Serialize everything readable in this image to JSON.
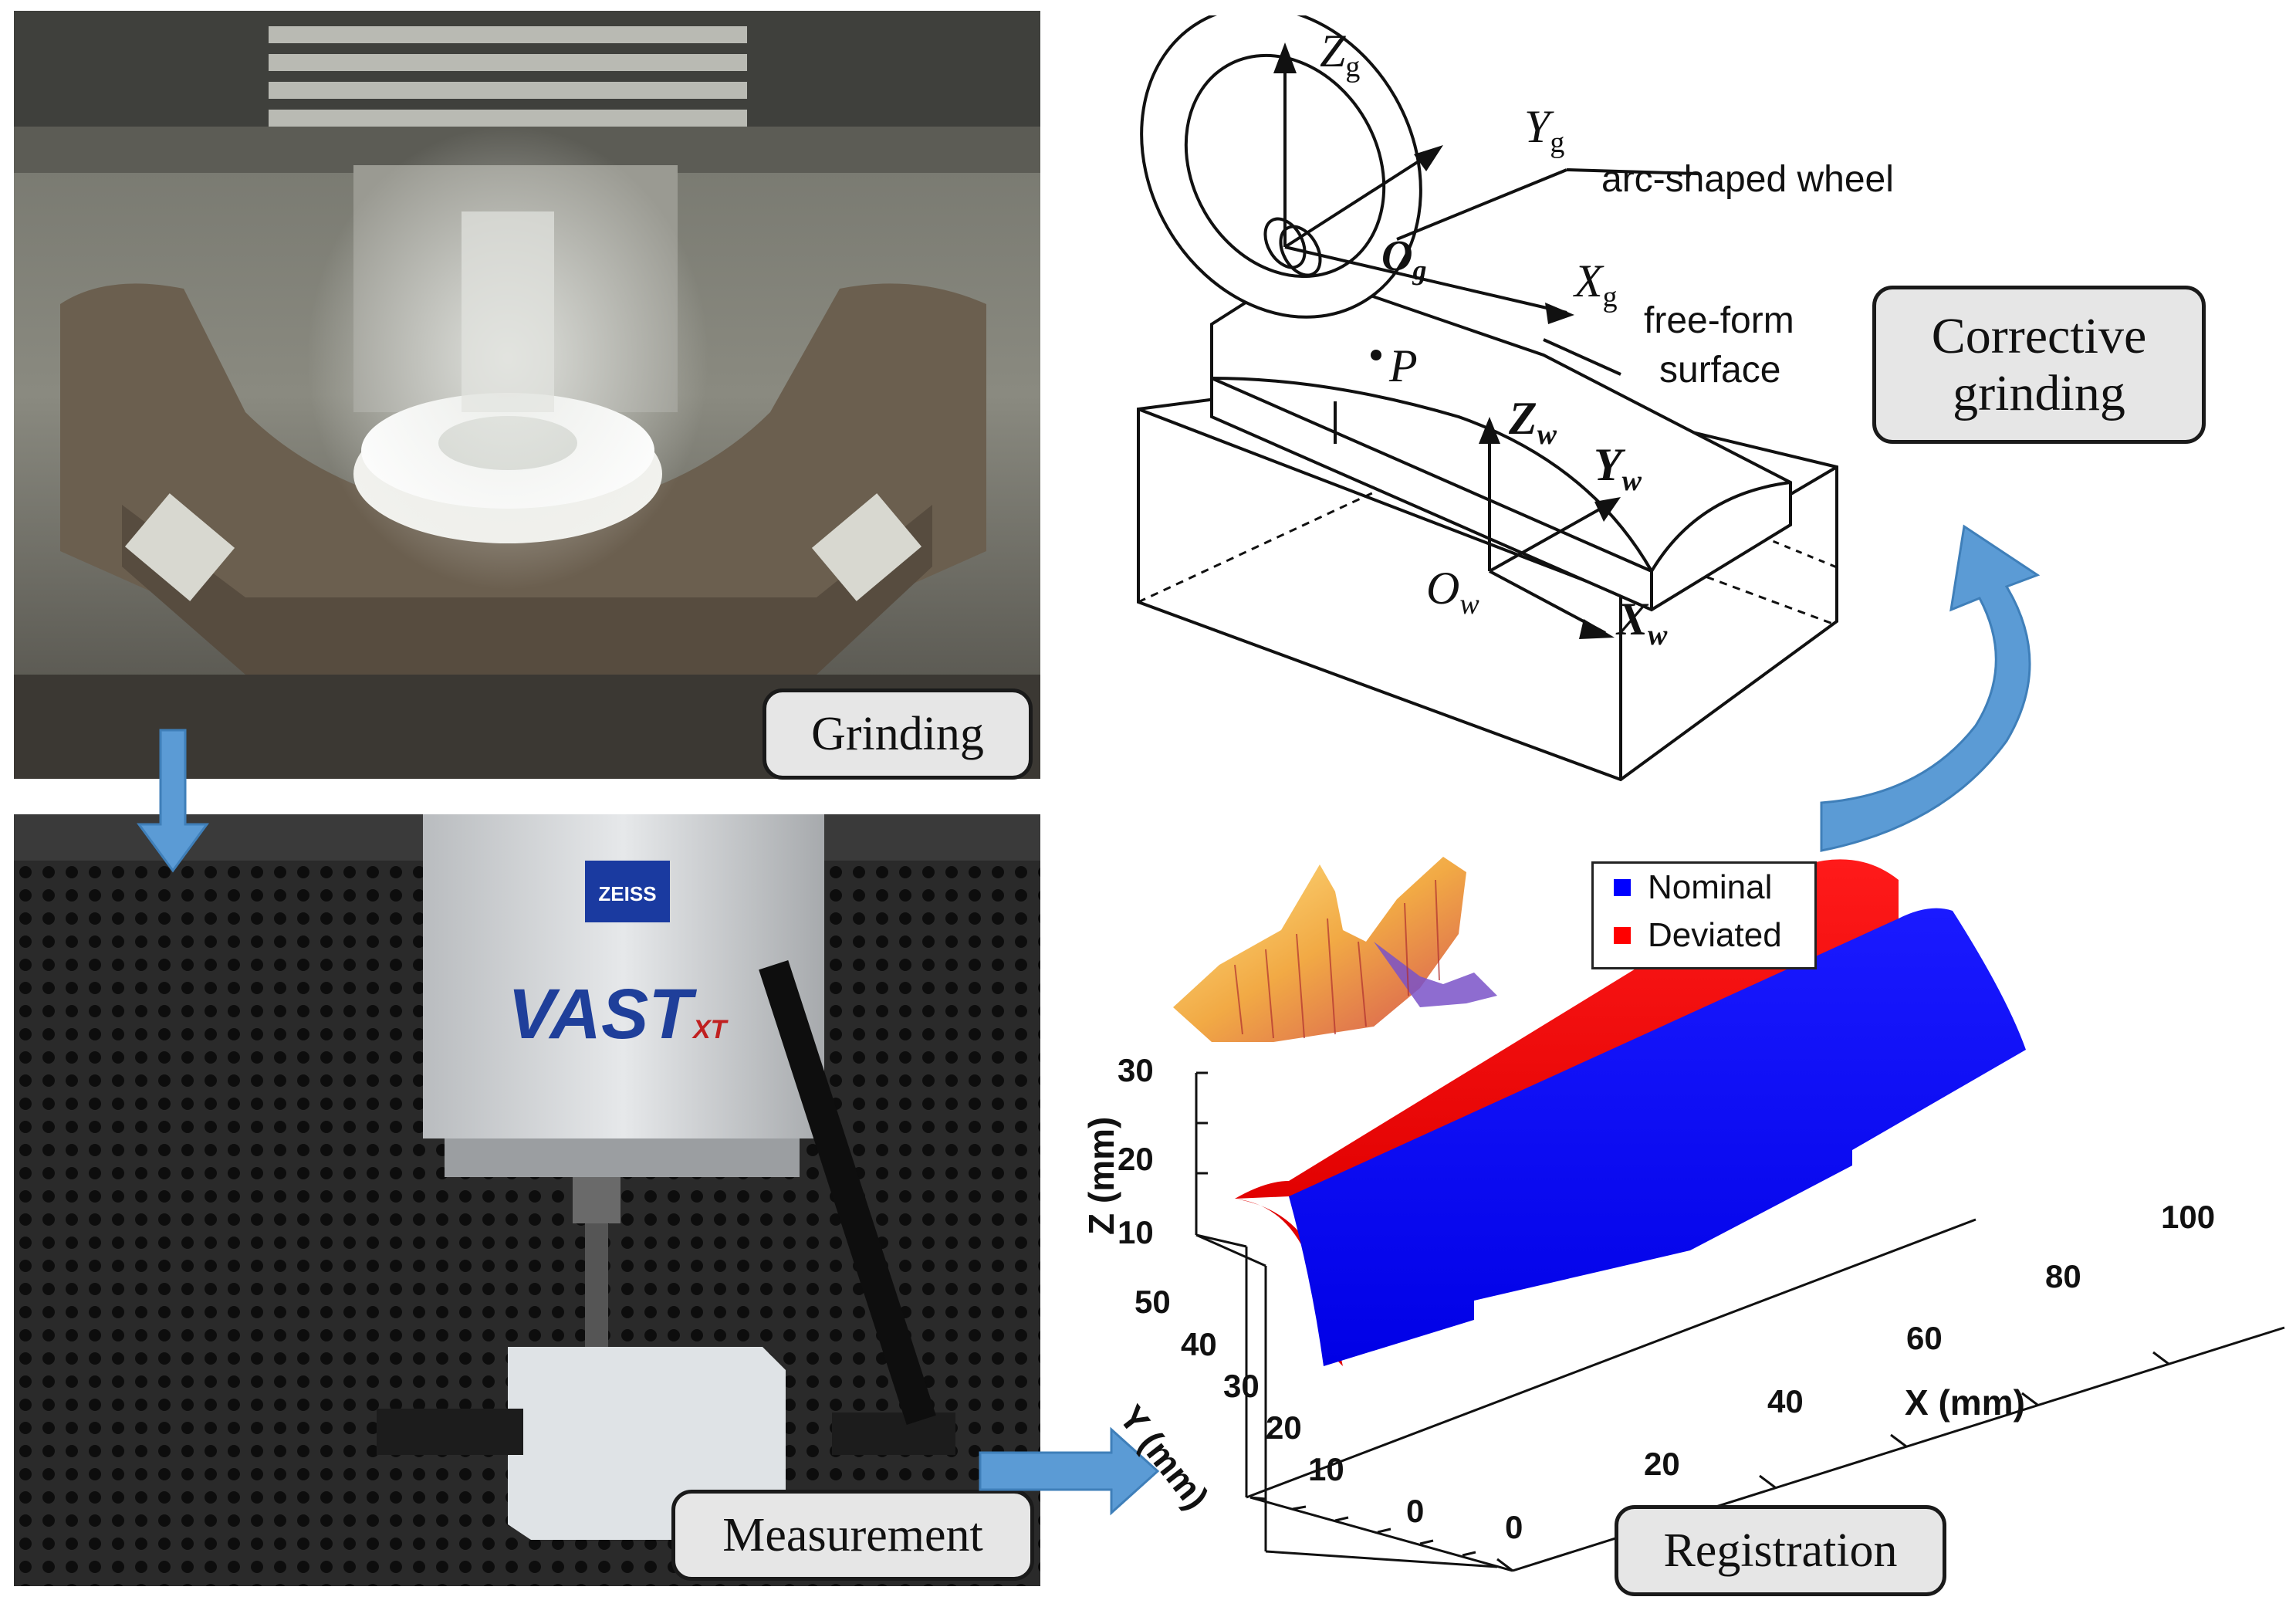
{
  "panels": {
    "grinding": {
      "label": "Grinding"
    },
    "measurement": {
      "label": "Measurement",
      "machine_brand": "ZEISS",
      "machine_model": "VAST",
      "machine_suffix": "XT"
    },
    "corrective": {
      "label_line1": "Corrective",
      "label_line2": "grinding"
    },
    "registration": {
      "label": "Registration"
    }
  },
  "schematic": {
    "wheel_label": "arc-shaped wheel",
    "surface_label_line1": "free-form",
    "surface_label_line2": "surface",
    "point_label": "P",
    "wheel_axes": {
      "z": "Z",
      "y": "Y",
      "x": "X",
      "origin": "O",
      "subscript": "g"
    },
    "work_axes": {
      "z": "Z",
      "y": "Y",
      "x": "X",
      "origin": "O",
      "subscript": "w"
    }
  },
  "chart_data": {
    "type": "surface",
    "legend": [
      {
        "name": "Nominal",
        "color": "#0000ff"
      },
      {
        "name": "Deviated",
        "color": "#ff0000"
      }
    ],
    "xlabel": "X (mm)",
    "ylabel": "Y (mm)",
    "zlabel": "Z (mm)",
    "x_ticks": [
      "0",
      "20",
      "40",
      "60",
      "80",
      "100"
    ],
    "y_ticks": [
      "0",
      "10",
      "20",
      "30",
      "40",
      "50"
    ],
    "z_ticks": [
      "10",
      "20",
      "30"
    ]
  },
  "colors": {
    "arrow": "#5b9bd5",
    "nominal": "#0000ff",
    "deviated": "#ff0000"
  }
}
